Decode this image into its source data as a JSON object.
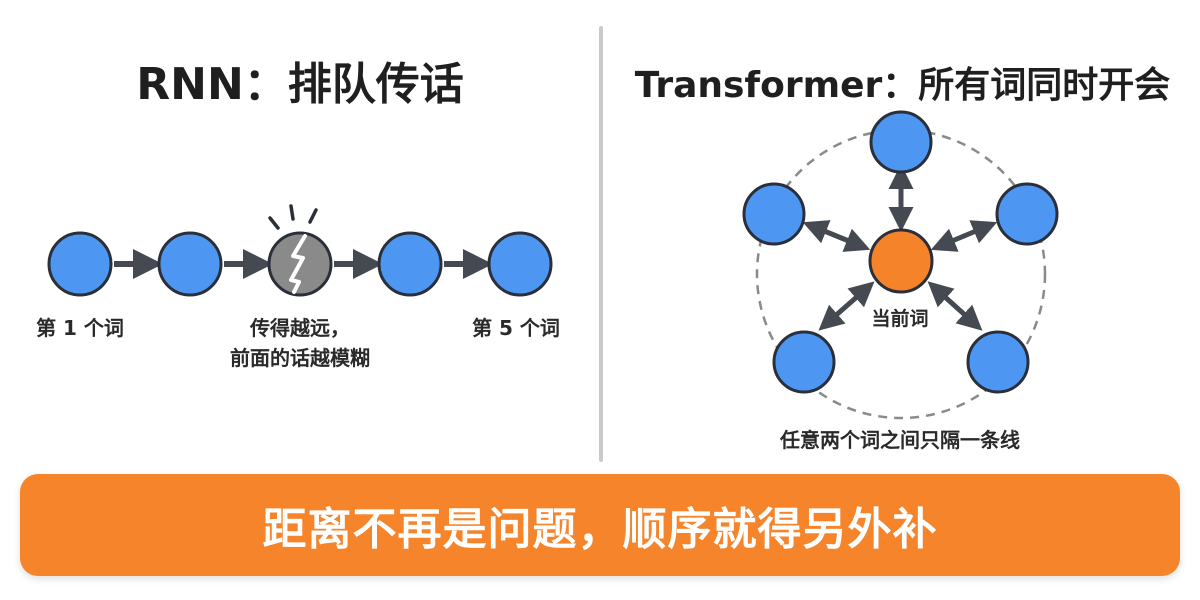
{
  "left_panel": {
    "title": "RNN：排队传话",
    "first_word_label": "第 1 个词",
    "last_word_label": "第 5 个词",
    "fade_note_line1": "传得越远，",
    "fade_note_line2": "前面的话越模糊",
    "node_count": 5,
    "broken_node_index": 2
  },
  "right_panel": {
    "title": "Transformer：所有词同时开会",
    "center_label": "当前词",
    "caption": "任意两个词之间只隔一条线",
    "outer_node_count": 5
  },
  "banner": {
    "text": "距离不再是问题，顺序就得另外补"
  },
  "colors": {
    "node_blue": "#4d97f3",
    "node_outline": "#2a2f3a",
    "broken_node_gray": "#8a8a8a",
    "center_orange": "#f5832a",
    "arrow": "#454a52",
    "banner_bg": "#f5842a",
    "divider": "#c9c9c9"
  },
  "icons": {
    "crack": "lightning-crack-icon",
    "spark_lines": "spark-lines-icon"
  }
}
